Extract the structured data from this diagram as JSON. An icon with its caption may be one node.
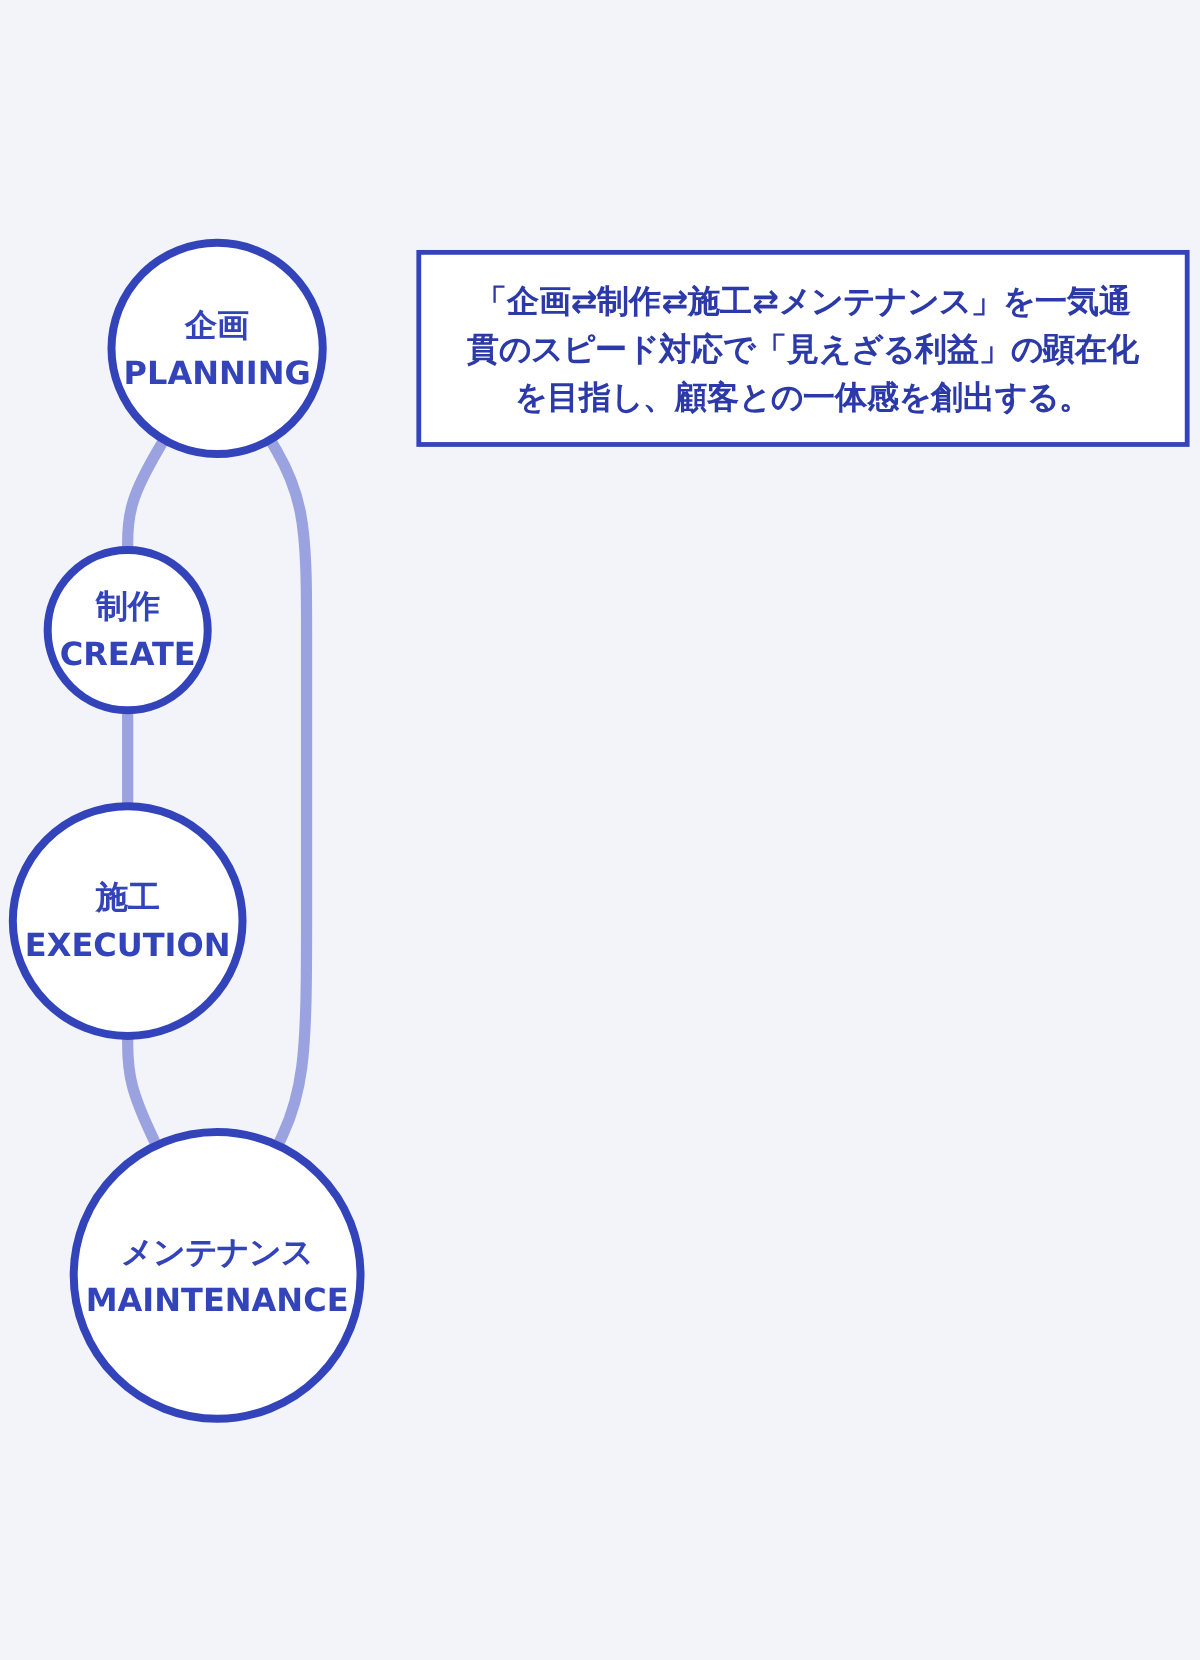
{
  "diagram": {
    "nodes": [
      {
        "text": [
          "企画",
          "PLANNING"
        ]
      },
      {
        "text": [
          "制作",
          "CREATE"
        ]
      },
      {
        "text": [
          "メンテナンス",
          "MAINTENANCE"
        ]
      },
      {
        "text": [
          "施工",
          "EXECUTION"
        ]
      },
      {
        "text": [
          "「企画⇄制作⇄施工⇄メンテナンス」を一気通貫のスピード対応で「見えざる利益」の顕在化を目指し、顧客との一体感を創出する。"
        ]
      }
    ],
    "edges": [
      {
        "from": 0,
        "to": 1,
        "arrow": "none"
      },
      {
        "from": 1,
        "to": 3,
        "arrow": "none"
      },
      {
        "from": 3,
        "to": 2,
        "arrow": "none"
      },
      {
        "from": 2,
        "to": 0,
        "arrow": "none"
      }
    ]
  }
}
